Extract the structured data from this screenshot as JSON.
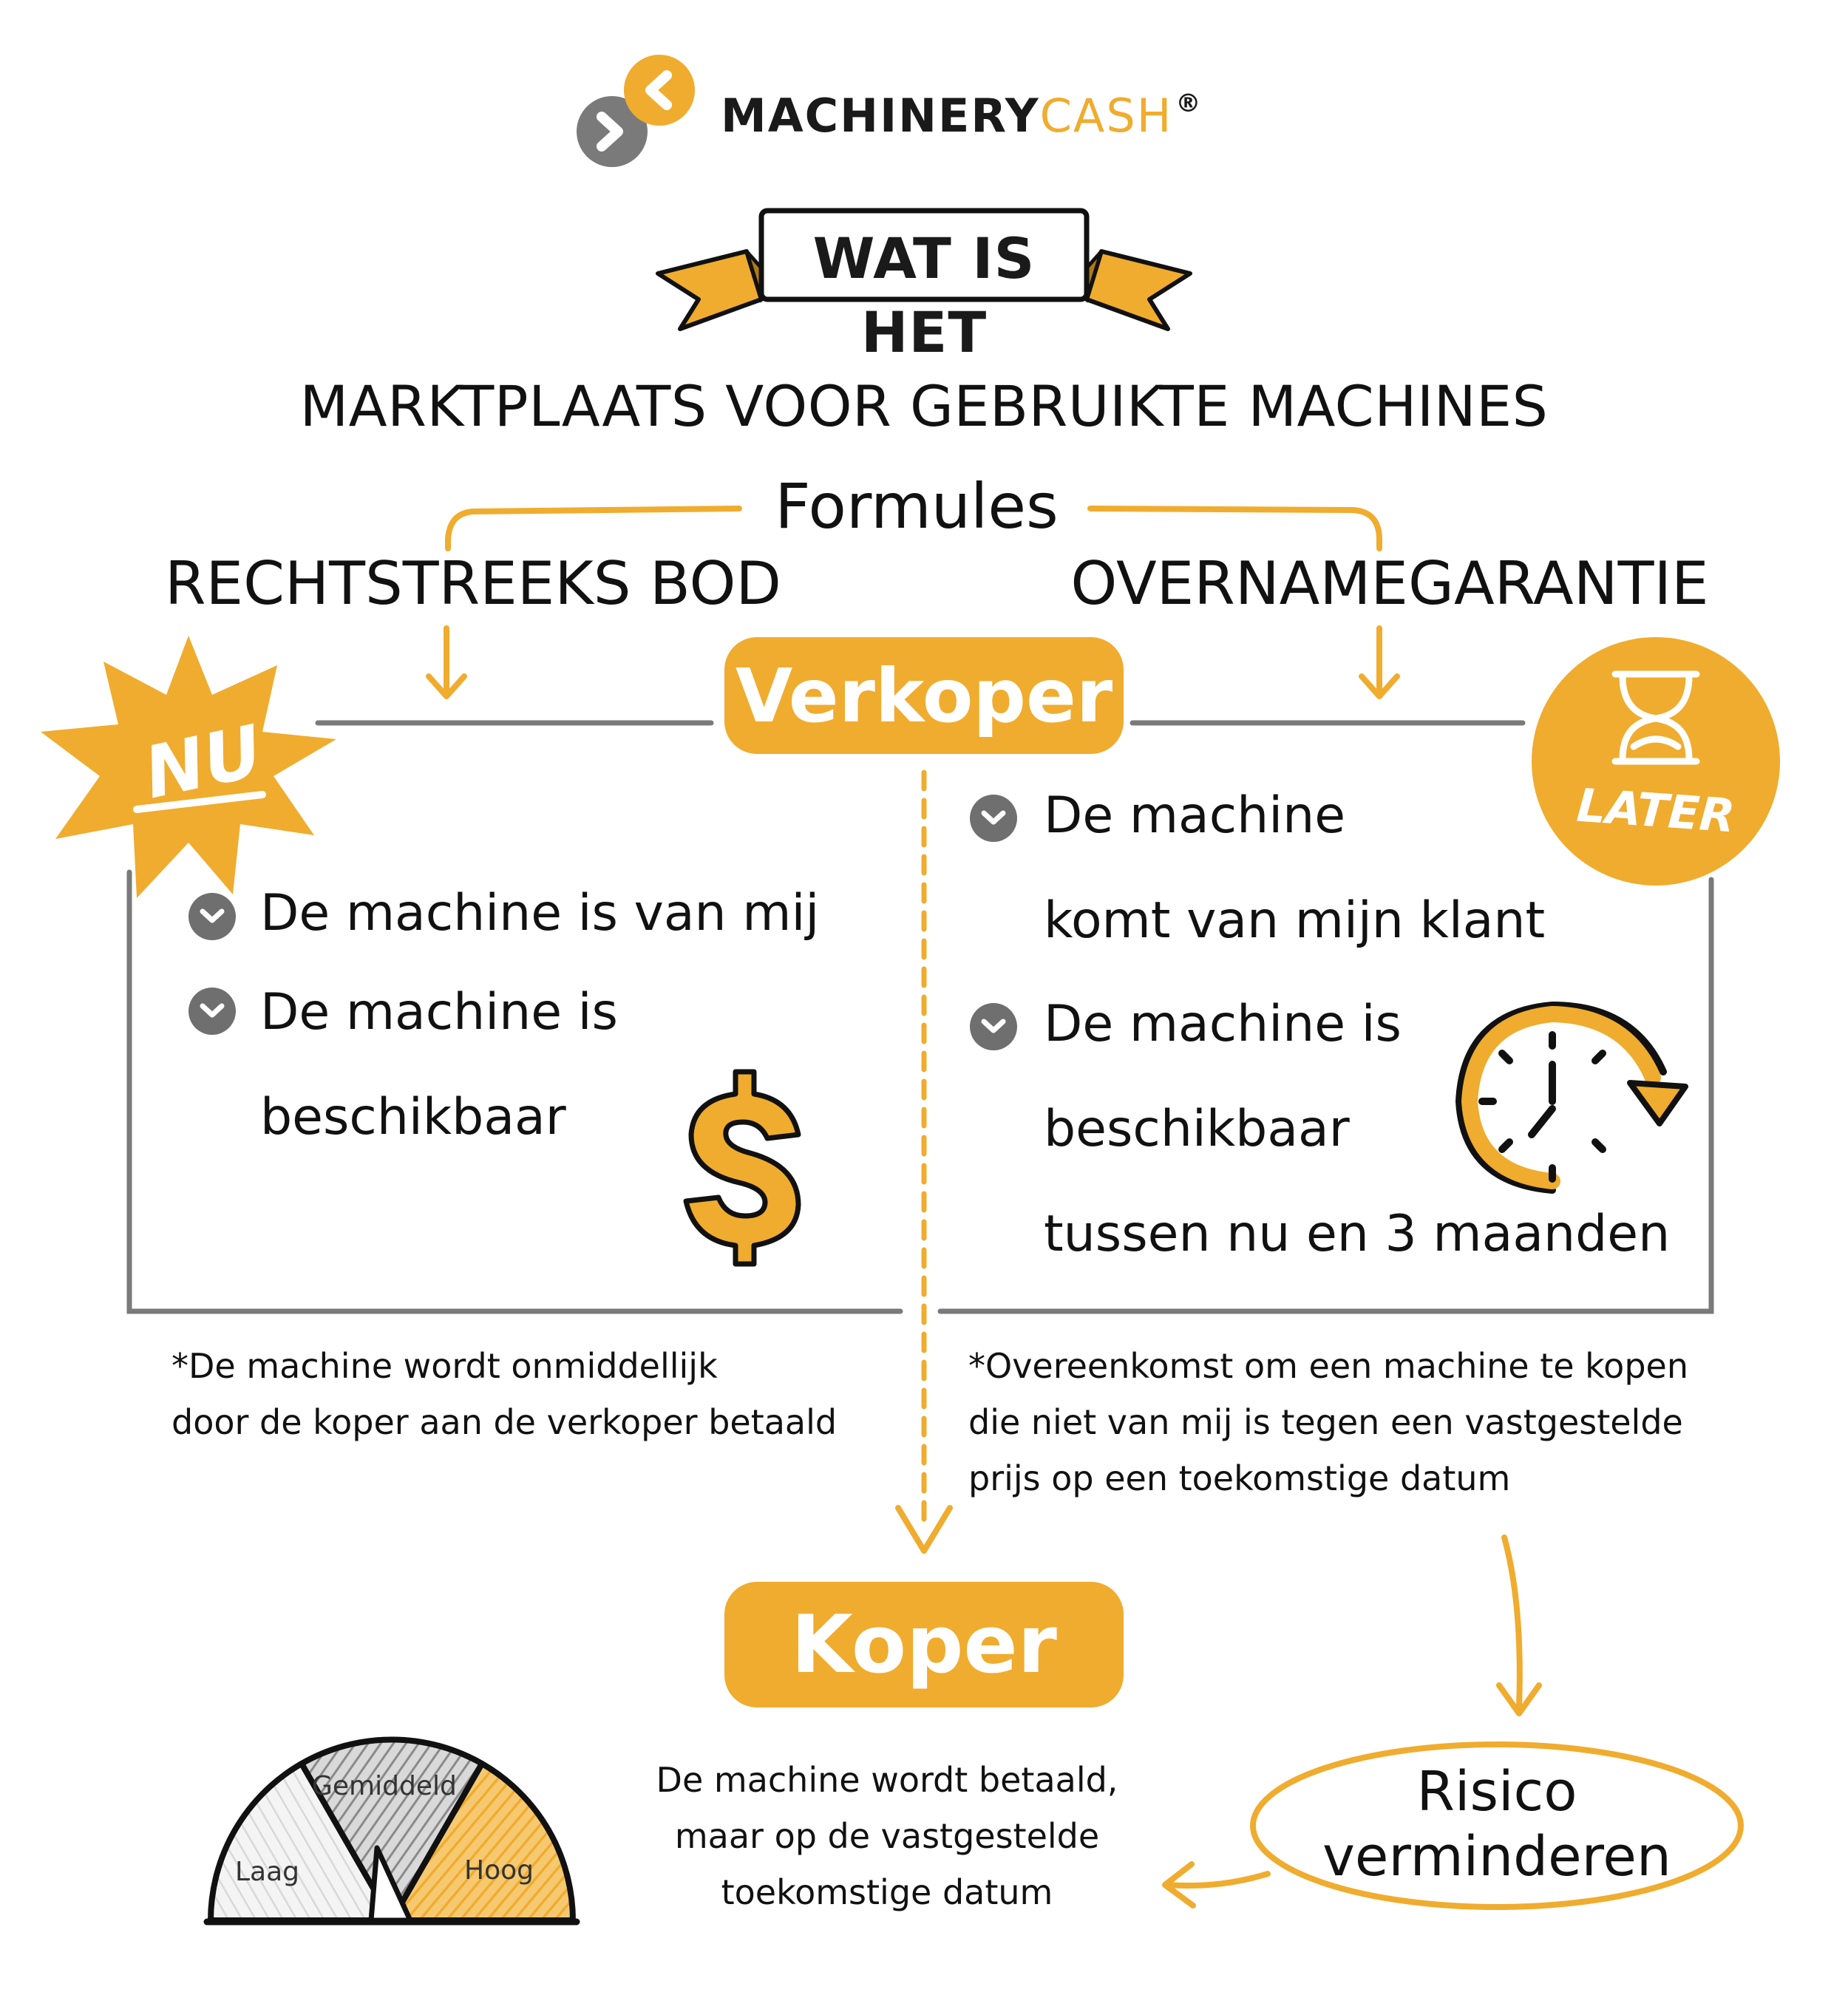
{
  "logo": {
    "brand_part1": "MACHINERY",
    "brand_part2": "CASH",
    "registered": "®"
  },
  "banner": {
    "label": "WAT IS HET"
  },
  "title": "MARKTPLAATS VOOR GEBRUIKTE MACHINES",
  "formules_label": "Formules",
  "left": {
    "heading": "RECHTSTREEKS BOD",
    "badge": "NU",
    "bullets": [
      {
        "lines": [
          "De machine is van mij"
        ]
      },
      {
        "lines": [
          "De machine is",
          "beschikbaar"
        ]
      }
    ],
    "icon": "dollar-icon",
    "note_lines": [
      "*De machine wordt onmiddellijk",
      "door de koper aan de verkoper betaald"
    ]
  },
  "right": {
    "heading": "OVERNAMEGARANTIE",
    "badge": "LATER",
    "bullets": [
      {
        "lines": [
          "De machine",
          "komt van mijn klant"
        ]
      },
      {
        "lines": [
          "De machine is",
          "beschikbaar",
          "tussen nu en 3 maanden"
        ]
      }
    ],
    "icon": "clock-icon",
    "note_lines": [
      "*Overeenkomst om een machine te kopen",
      "die niet van mij is tegen een vastgestelde",
      "prijs op een toekomstige datum"
    ]
  },
  "seller": "Verkoper",
  "buyer": "Koper",
  "buyer_note_lines": [
    "De machine wordt betaald,",
    "maar op de vastgestelde",
    "toekomstige datum"
  ],
  "risk_lines": [
    "Risico",
    "verminderen"
  ],
  "gauge": {
    "labels": {
      "low": "Laag",
      "mid": "Gemiddeld",
      "high": "Hoog"
    },
    "level": "high"
  },
  "colors": {
    "accent": "#f0ac2e",
    "gray": "#7a7a7a",
    "text": "#111111"
  }
}
